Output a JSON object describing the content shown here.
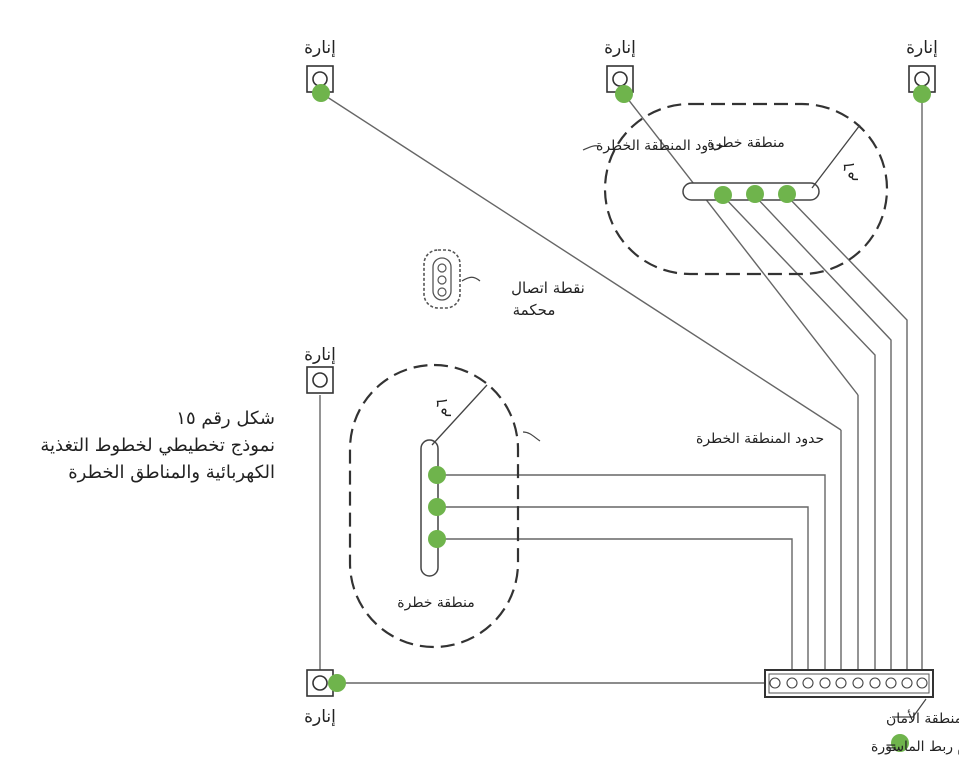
{
  "figure": {
    "number_line": "شكل رقم ١٥",
    "title_line_1": "نموذج تخطيطي لخطوط التغذية",
    "title_line_2": "الكهربائية والمناطق الخطرة"
  },
  "labels": {
    "light": "إنارة",
    "hazard_zone": "منطقة خطرة",
    "hazard_boundary": "حدود المنطقة الخطرة",
    "distance": "٦م",
    "sealed_point_line_1": "نقطة اتصال",
    "sealed_point_line_2": "محكمة",
    "junction_box": "صندوق توزيع مواسير و تمديدات الكهرباء في منطقة الأمان",
    "legend_equals": "=",
    "legend_text": "وصلة إحكام ربط الماسورة"
  },
  "colors": {
    "seal_green": "#6fb44c",
    "line": "#555555",
    "text": "#222222"
  }
}
